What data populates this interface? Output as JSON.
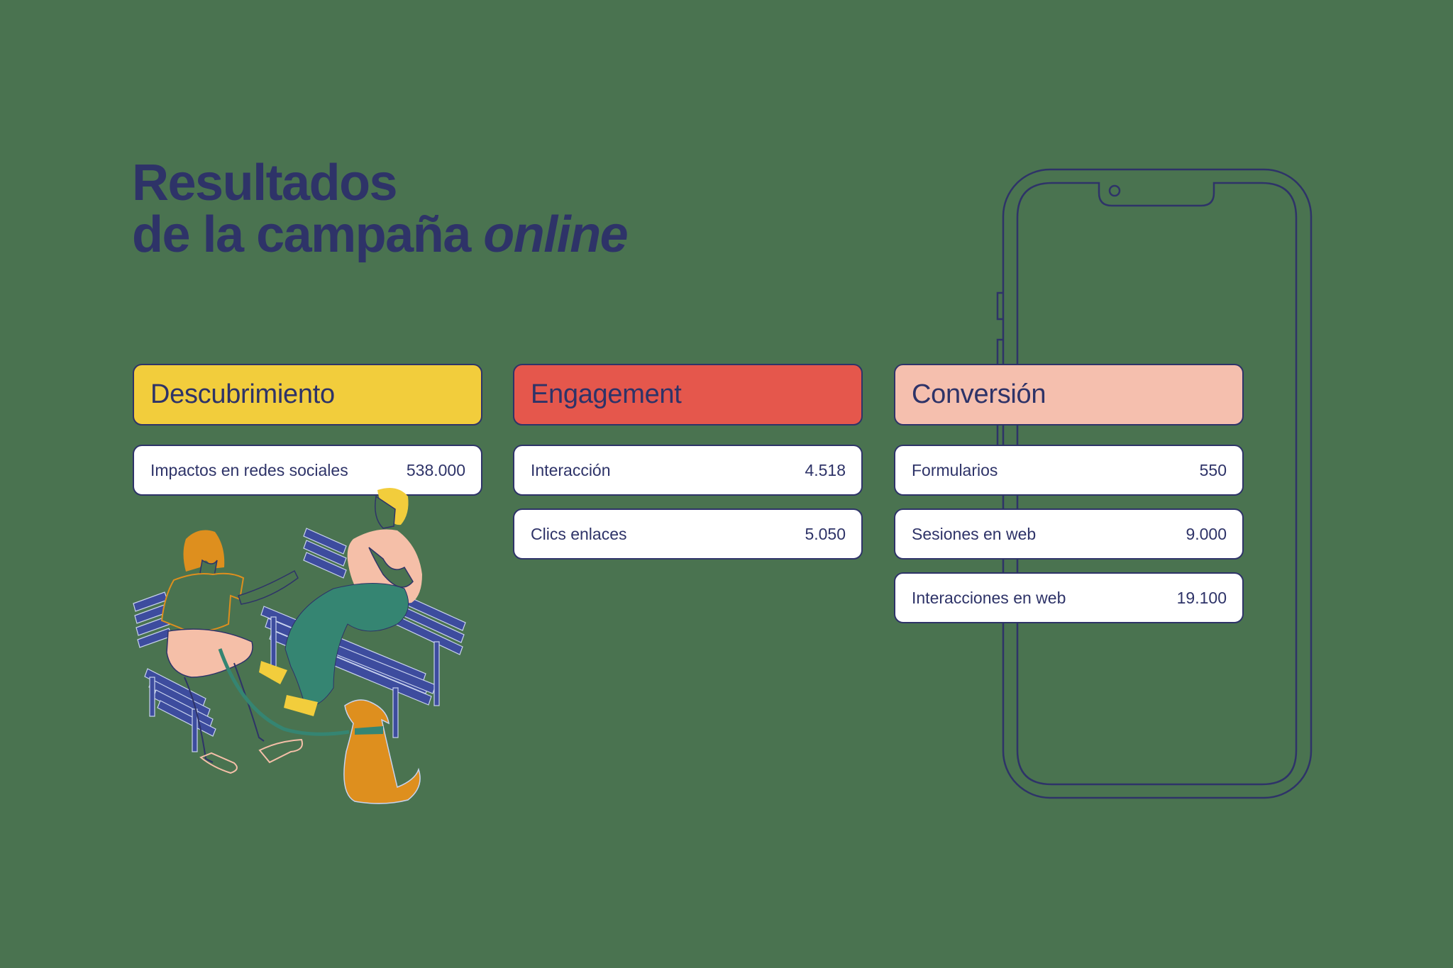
{
  "title": {
    "line1": "Resultados",
    "line2_prefix": "de la campaña ",
    "line2_italic": "online"
  },
  "colors": {
    "background": "#4a7350",
    "text_navy": "#2e3368",
    "descubrimiento": "#f2cd3c",
    "engagement": "#e5574c",
    "conversion": "#f5bfae",
    "row_bg": "#ffffff"
  },
  "columns": [
    {
      "label": "Descubrimiento",
      "color": "#f2cd3c",
      "rows": [
        {
          "label": "Impactos en redes sociales",
          "value": "538.000"
        }
      ]
    },
    {
      "label": "Engagement",
      "color": "#e5574c",
      "rows": [
        {
          "label": "Interacción",
          "value": "4.518"
        },
        {
          "label": "Clics enlaces",
          "value": "5.050"
        }
      ]
    },
    {
      "label": "Conversión",
      "color": "#f5bfae",
      "rows": [
        {
          "label": "Formularios",
          "value": "550"
        },
        {
          "label": "Sesiones en web",
          "value": "9.000"
        },
        {
          "label": "Interacciones en web",
          "value": "19.100"
        }
      ]
    }
  ],
  "icons": {
    "phone": "smartphone-outline-icon",
    "illustration": "people-on-benches-with-dog-illustration"
  }
}
